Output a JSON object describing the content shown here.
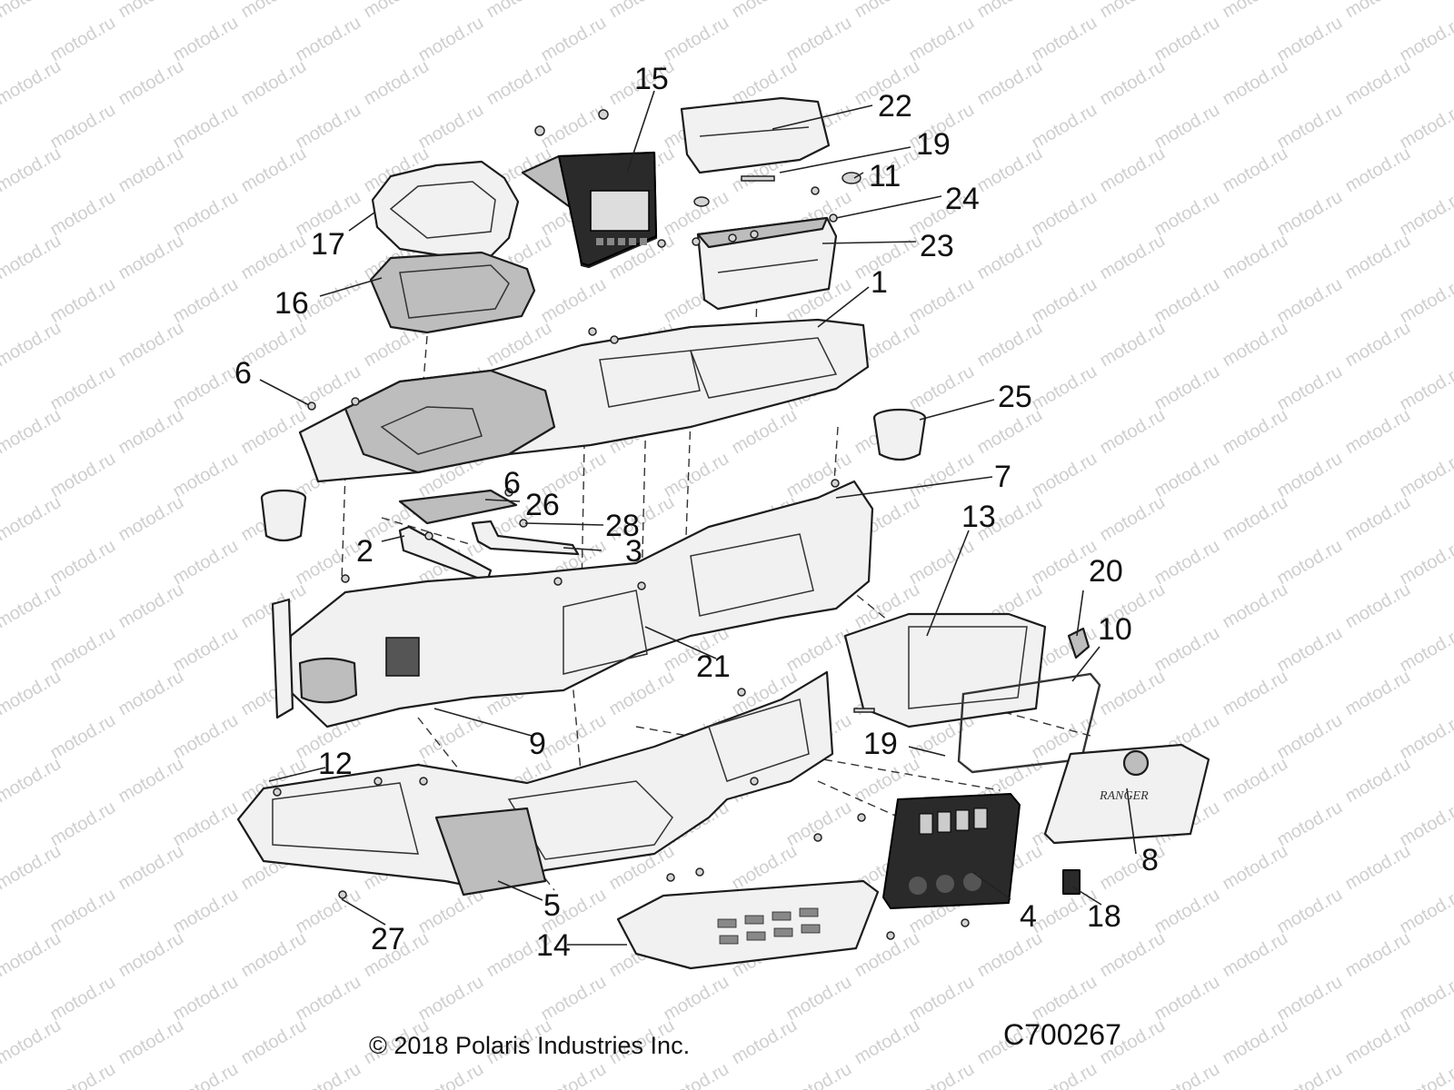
{
  "diagram": {
    "watermark_text": "motod.ru",
    "copyright": "© 2018 Polaris Industries Inc.",
    "figure_code": "C700267",
    "callouts": [
      {
        "id": "c15",
        "label": "15"
      },
      {
        "id": "c22",
        "label": "22"
      },
      {
        "id": "c19a",
        "label": "19"
      },
      {
        "id": "c11",
        "label": "11"
      },
      {
        "id": "c24",
        "label": "24"
      },
      {
        "id": "c17",
        "label": "17"
      },
      {
        "id": "c23",
        "label": "23"
      },
      {
        "id": "c1",
        "label": "1"
      },
      {
        "id": "c16",
        "label": "16"
      },
      {
        "id": "c6a",
        "label": "6"
      },
      {
        "id": "c25",
        "label": "25"
      },
      {
        "id": "c6b",
        "label": "6"
      },
      {
        "id": "c7",
        "label": "7"
      },
      {
        "id": "c26",
        "label": "26"
      },
      {
        "id": "c13",
        "label": "13"
      },
      {
        "id": "c28",
        "label": "28"
      },
      {
        "id": "c2",
        "label": "2"
      },
      {
        "id": "c3",
        "label": "3"
      },
      {
        "id": "c20",
        "label": "20"
      },
      {
        "id": "c10",
        "label": "10"
      },
      {
        "id": "c21",
        "label": "21"
      },
      {
        "id": "c9",
        "label": "9"
      },
      {
        "id": "c19b",
        "label": "19"
      },
      {
        "id": "c12",
        "label": "12"
      },
      {
        "id": "c8",
        "label": "8"
      },
      {
        "id": "c5",
        "label": "5"
      },
      {
        "id": "c4",
        "label": "4"
      },
      {
        "id": "c18",
        "label": "18"
      },
      {
        "id": "c27",
        "label": "27"
      },
      {
        "id": "c14",
        "label": "14"
      }
    ]
  }
}
